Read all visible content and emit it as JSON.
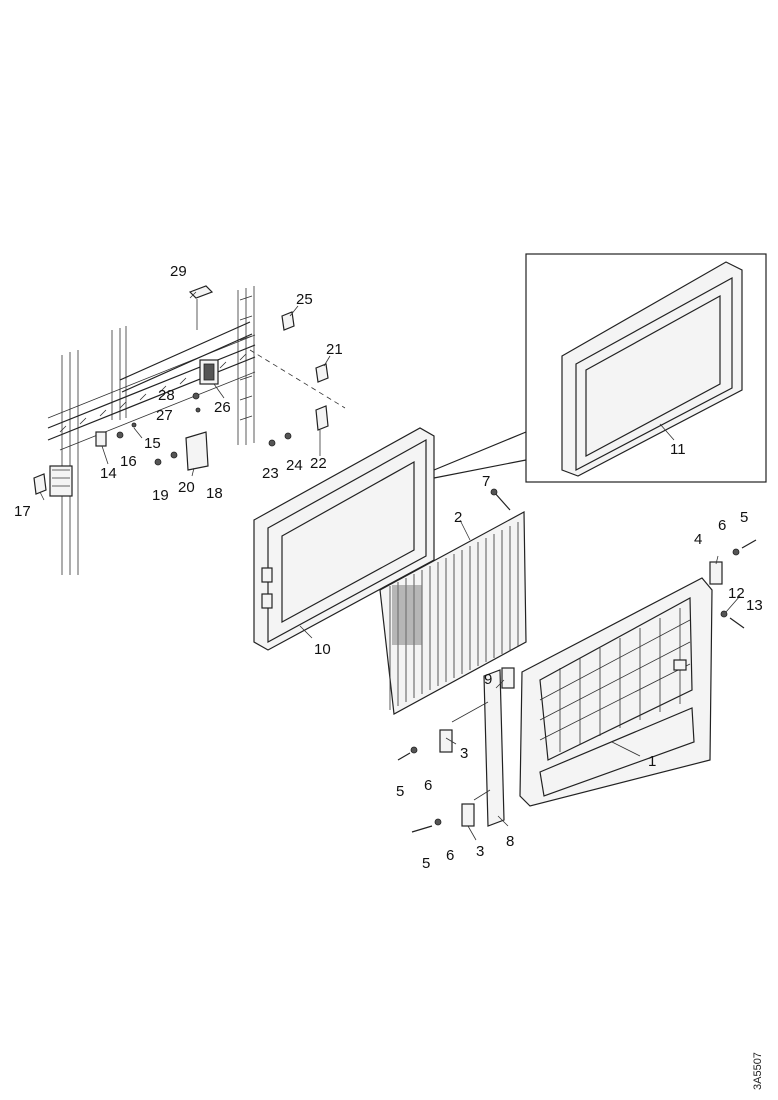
{
  "labels": {
    "l1": "1",
    "l2": "2",
    "l3a": "3",
    "l3b": "3",
    "l4": "4",
    "l5a": "5",
    "l5b": "5",
    "l5c": "5",
    "l6a": "6",
    "l6b": "6",
    "l6c": "6",
    "l7": "7",
    "l8": "8",
    "l9": "9",
    "l10": "10",
    "l11": "11",
    "l12": "12",
    "l13": "13",
    "l14": "14",
    "l15": "15",
    "l16": "16",
    "l17": "17",
    "l18": "18",
    "l19": "19",
    "l20": "20",
    "l21": "21",
    "l22": "22",
    "l23": "23",
    "l24": "24",
    "l25": "25",
    "l26": "26",
    "l27": "27",
    "l28": "28",
    "l29": "29"
  },
  "reference_code": "3A5507"
}
